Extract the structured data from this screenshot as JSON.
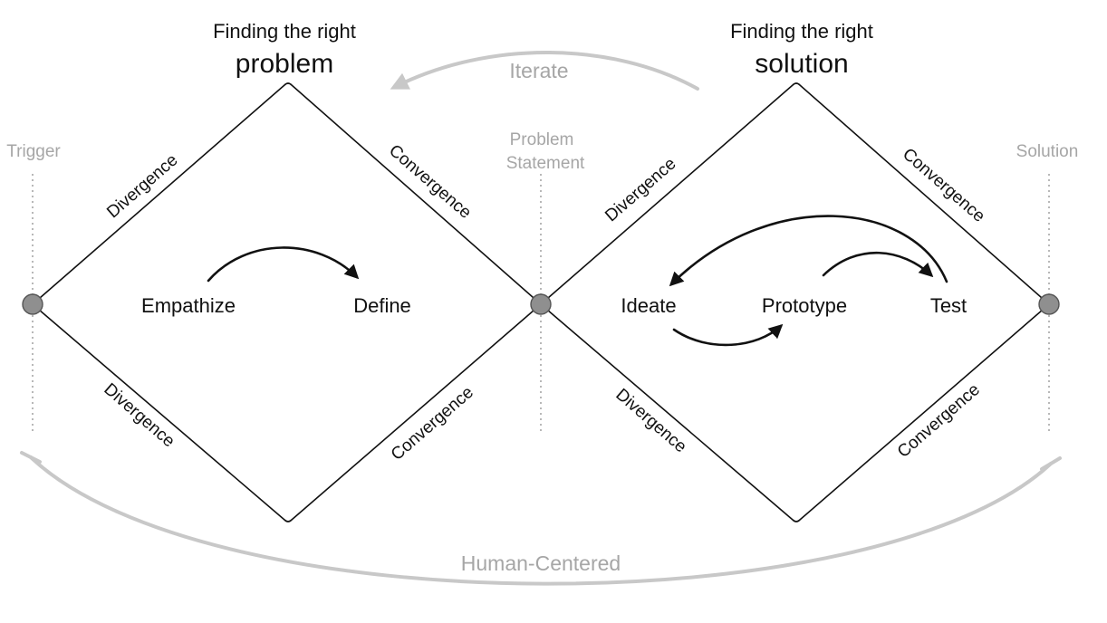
{
  "header": {
    "problem_line1": "Finding the right",
    "problem_line2": "problem",
    "solution_line1": "Finding the right",
    "solution_line2": "solution"
  },
  "markers": {
    "trigger": "Trigger",
    "problem_statement_line1": "Problem",
    "problem_statement_line2": "Statement",
    "solution": "Solution"
  },
  "edges": {
    "d1_upper_left": "Divergence",
    "d1_upper_right": "Convergence",
    "d1_lower_left": "Divergence",
    "d1_lower_right": "Convergence",
    "d2_upper_left": "Divergence",
    "d2_upper_right": "Convergence",
    "d2_lower_left": "Divergence",
    "d2_lower_right": "Convergence"
  },
  "stages": {
    "empathize": "Empathize",
    "define": "Define",
    "ideate": "Ideate",
    "prototype": "Prototype",
    "test": "Test"
  },
  "iterate": "Iterate",
  "human_centered": "Human-Centered",
  "colors": {
    "line": "#111111",
    "muted_text": "#a6a6a6",
    "soft_arrow": "#c8c8c8",
    "node_fill": "#8f8f8f"
  }
}
